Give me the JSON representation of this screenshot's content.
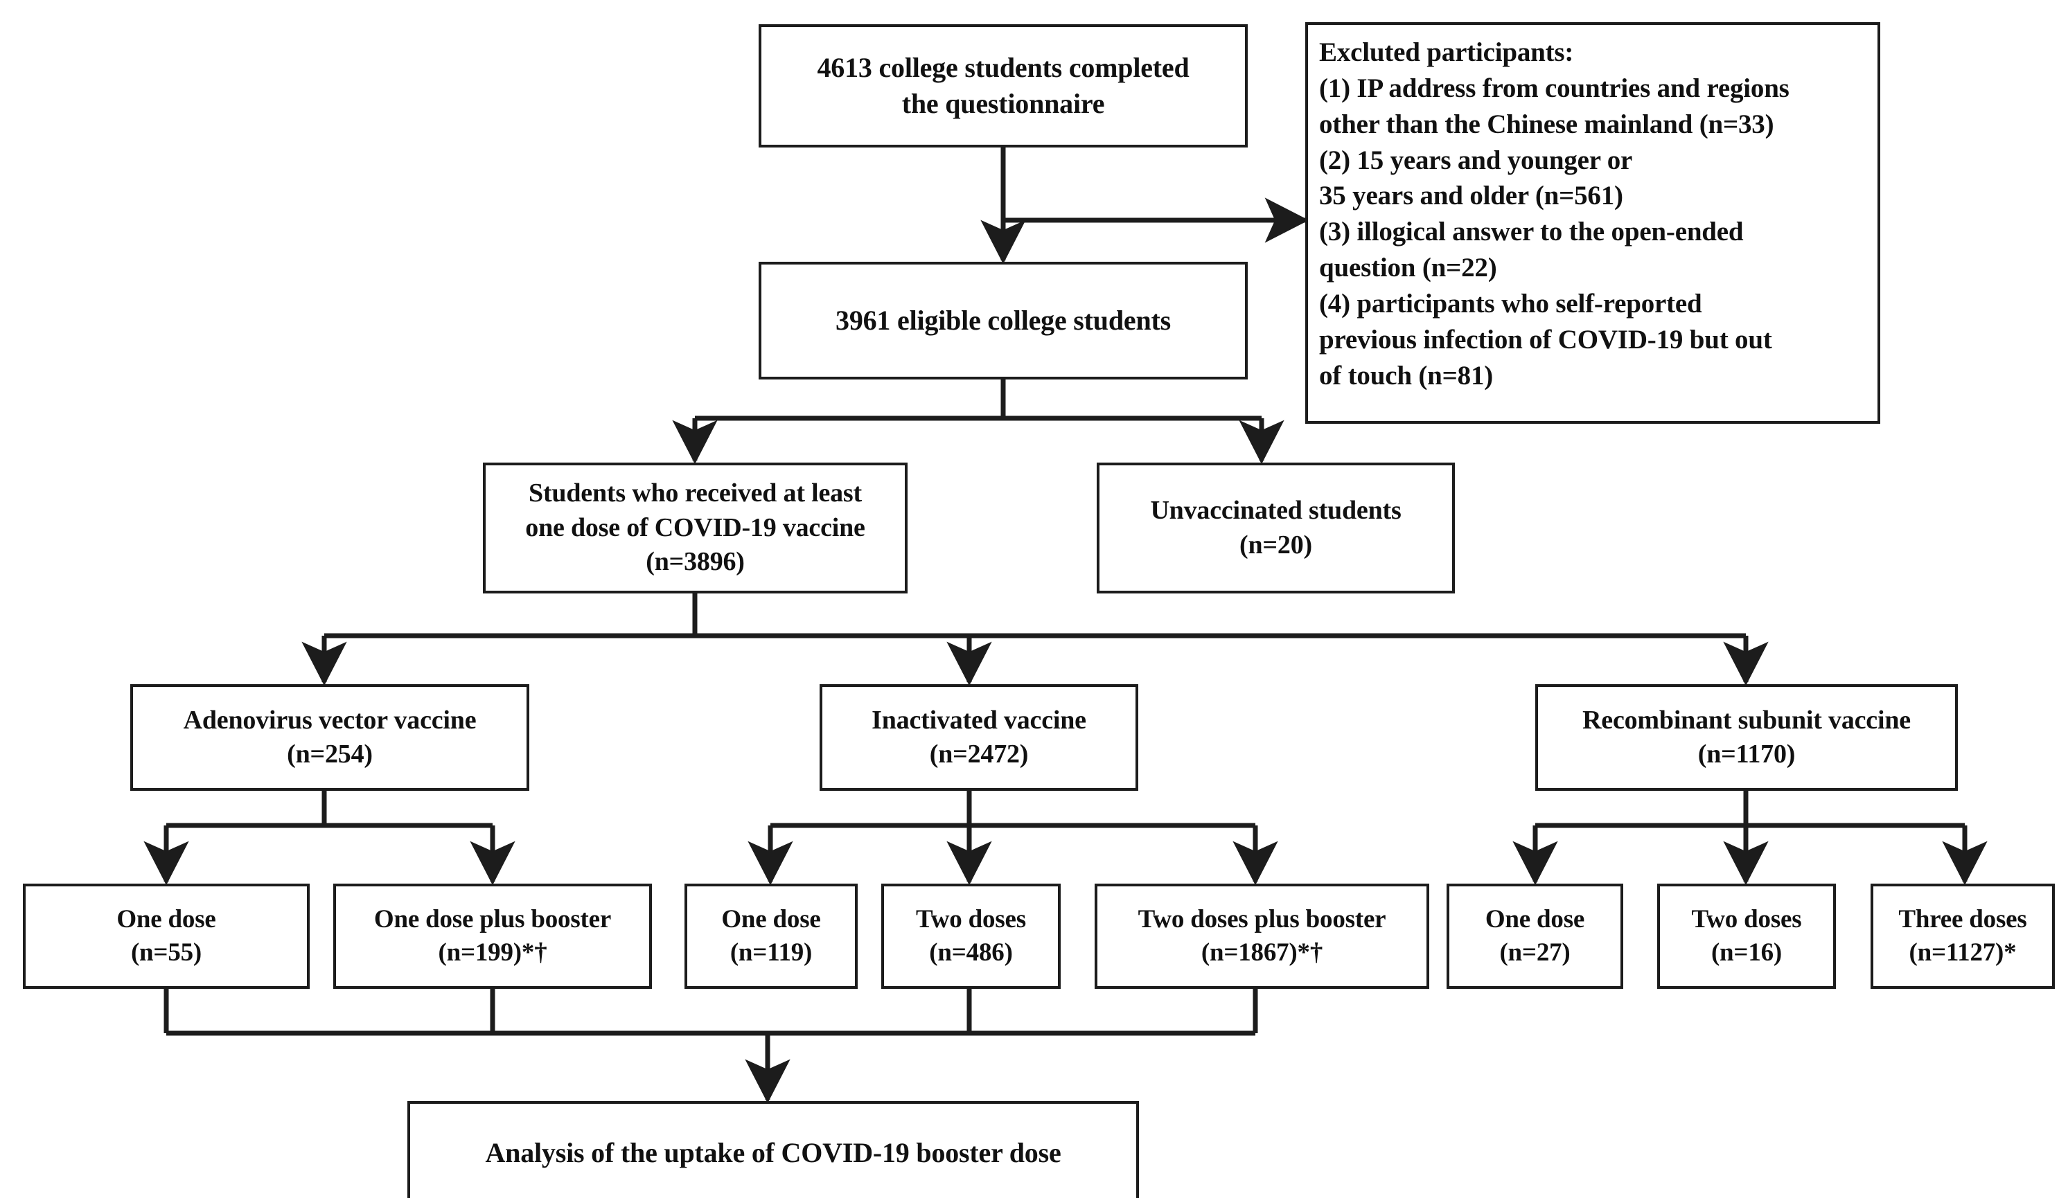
{
  "figure": {
    "type": "flowchart",
    "title": "COVID-19 vaccination study participant flow diagram",
    "levels": 6
  },
  "nodes": {
    "completed": {
      "name": "completed-questionnaire-box",
      "lines": [
        "4613 college students completed",
        "the questionnaire"
      ],
      "count": 4613
    },
    "excluded": {
      "name": "excluded-participants-box",
      "lines": [
        "Excluted participants:",
        "(1) IP address from countries and regions",
        "other than the Chinese mainland (n=33)",
        "(2) 15 years and younger or",
        "35 years and older (n=561)",
        "(3) illogical answer to the open-ended",
        "question (n=22)",
        "(4) participants who self-reported",
        "previous infection of COVID-19 but out",
        "of touch (n=81)"
      ],
      "reasons": [
        {
          "id": 1,
          "text": "IP address from countries and regions other than the Chinese mainland",
          "n": 33
        },
        {
          "id": 2,
          "text": "15 years and younger or 35 years and older",
          "n": 561
        },
        {
          "id": 3,
          "text": "illogical answer to the open-ended question",
          "n": 22
        },
        {
          "id": 4,
          "text": "participants who self-reported previous infection of COVID-19 but out of touch",
          "n": 81
        }
      ]
    },
    "eligible": {
      "name": "eligible-students-box",
      "lines": [
        "3961 eligible college students"
      ],
      "count": 3961
    },
    "vaccinated": {
      "name": "vaccinated-students-box",
      "lines": [
        "Students who received at least",
        "one dose of COVID-19 vaccine",
        "(n=3896)"
      ],
      "count": 3896
    },
    "unvaccinated": {
      "name": "unvaccinated-students-box",
      "lines": [
        "Unvaccinated students",
        "(n=20)"
      ],
      "count": 20
    },
    "adenovirus": {
      "name": "adenovirus-vector-vaccine-box",
      "lines": [
        "Adenovirus vector vaccine",
        "(n=254)"
      ],
      "count": 254
    },
    "inactivated": {
      "name": "inactivated-vaccine-box",
      "lines": [
        "Inactivated vaccine",
        "(n=2472)"
      ],
      "count": 2472
    },
    "recombinant": {
      "name": "recombinant-subunit-vaccine-box",
      "lines": [
        "Recombinant subunit vaccine",
        "(n=1170)"
      ],
      "count": 1170
    },
    "ad_one": {
      "name": "adenovirus-one-dose-box",
      "lines": [
        "One dose",
        "(n=55)"
      ],
      "count": 55
    },
    "ad_one_boost": {
      "name": "adenovirus-one-dose-plus-booster-box",
      "lines": [
        "One dose plus booster",
        "(n=199)*†"
      ],
      "count": 199,
      "markers": "*†"
    },
    "in_one": {
      "name": "inactivated-one-dose-box",
      "lines": [
        "One dose",
        "(n=119)"
      ],
      "count": 119
    },
    "in_two": {
      "name": "inactivated-two-doses-box",
      "lines": [
        "Two doses",
        "(n=486)"
      ],
      "count": 486
    },
    "in_two_boost": {
      "name": "inactivated-two-doses-plus-booster-box",
      "lines": [
        "Two doses plus booster",
        "(n=1867)*†"
      ],
      "count": 1867,
      "markers": "*†"
    },
    "re_one": {
      "name": "recombinant-one-dose-box",
      "lines": [
        "One dose",
        "(n=27)"
      ],
      "count": 27
    },
    "re_two": {
      "name": "recombinant-two-doses-box",
      "lines": [
        "Two doses",
        "(n=16)"
      ],
      "count": 16
    },
    "re_three": {
      "name": "recombinant-three-doses-box",
      "lines": [
        "Three doses",
        "(n=1127)*"
      ],
      "count": 1127,
      "markers": "*"
    },
    "analysis": {
      "name": "analysis-box",
      "lines": [
        "Analysis of the uptake of COVID-19 booster dose"
      ]
    }
  },
  "colors": {
    "stroke": "#1c1c1c",
    "text": "#111111",
    "background": "#ffffff"
  }
}
